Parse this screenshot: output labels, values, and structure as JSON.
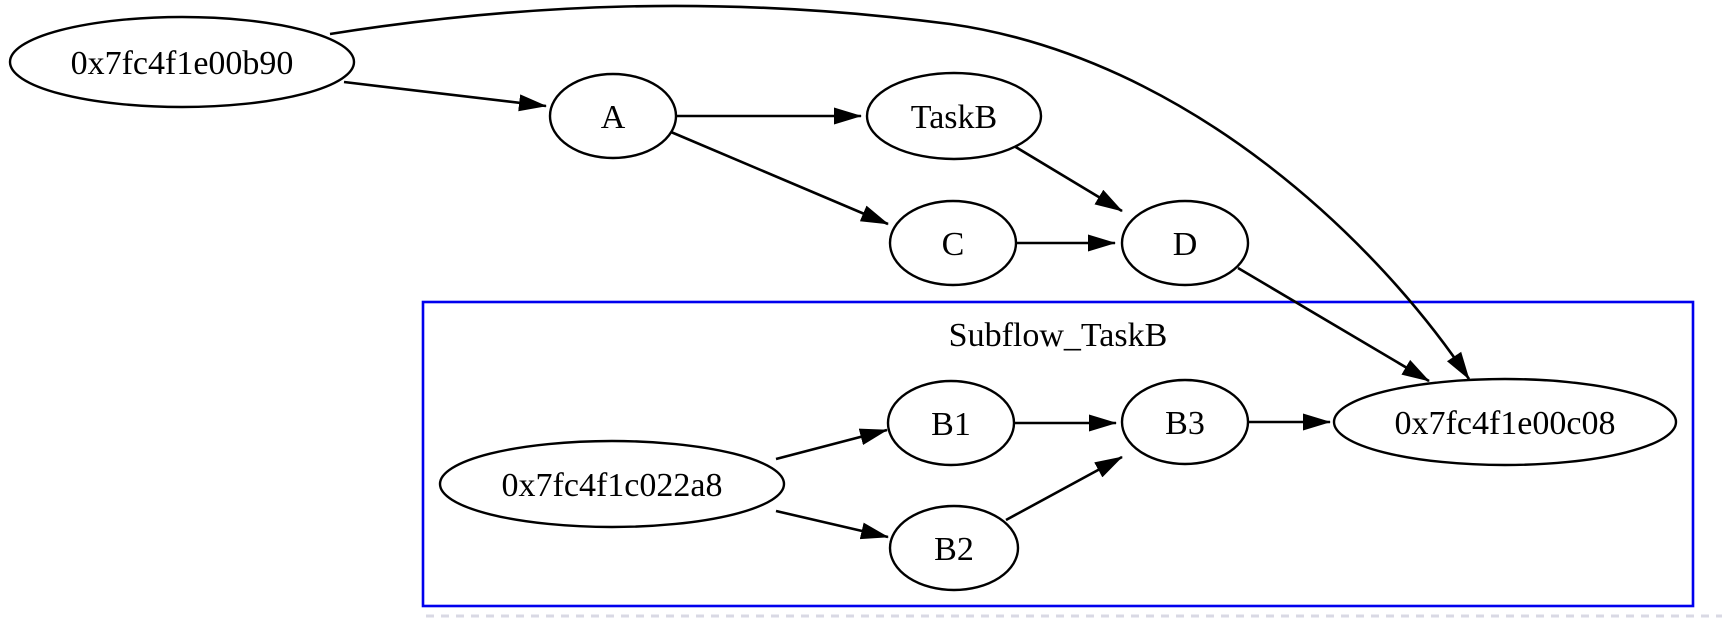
{
  "diagram": {
    "kind": "task-dependency-graph",
    "colors": {
      "node_border": "#000000",
      "edge": "#000000",
      "cluster_border": "#0000ee",
      "background": "#ffffff",
      "text": "#000000"
    },
    "cluster": {
      "label": "Subflow_TaskB",
      "member_nodes": [
        "0x7fc4f1c022a8",
        "B1",
        "B2",
        "B3",
        "0x7fc4f1e00c08"
      ]
    },
    "nodes": [
      {
        "id": "b90",
        "label": "0x7fc4f1e00b90"
      },
      {
        "id": "A",
        "label": "A"
      },
      {
        "id": "TaskB",
        "label": "TaskB"
      },
      {
        "id": "C",
        "label": "C"
      },
      {
        "id": "D",
        "label": "D"
      },
      {
        "id": "a22a8",
        "label": "0x7fc4f1c022a8"
      },
      {
        "id": "B1",
        "label": "B1"
      },
      {
        "id": "B2",
        "label": "B2"
      },
      {
        "id": "B3",
        "label": "B3"
      },
      {
        "id": "c08",
        "label": "0x7fc4f1e00c08"
      }
    ],
    "edges": [
      {
        "from": "0x7fc4f1e00b90",
        "to": "A"
      },
      {
        "from": "0x7fc4f1e00b90",
        "to": "0x7fc4f1e00c08"
      },
      {
        "from": "A",
        "to": "TaskB"
      },
      {
        "from": "A",
        "to": "C"
      },
      {
        "from": "TaskB",
        "to": "D"
      },
      {
        "from": "C",
        "to": "D"
      },
      {
        "from": "D",
        "to": "0x7fc4f1e00c08"
      },
      {
        "from": "0x7fc4f1c022a8",
        "to": "B1"
      },
      {
        "from": "0x7fc4f1c022a8",
        "to": "B2"
      },
      {
        "from": "B1",
        "to": "B3"
      },
      {
        "from": "B2",
        "to": "B3"
      },
      {
        "from": "B3",
        "to": "0x7fc4f1e00c08"
      }
    ]
  }
}
